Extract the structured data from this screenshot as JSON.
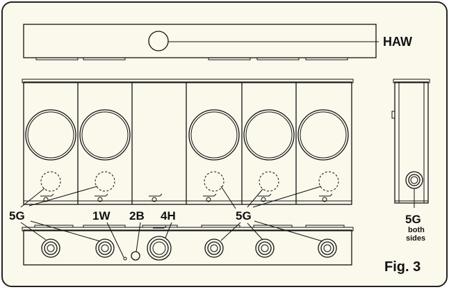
{
  "labels": {
    "haw": "HAW",
    "g5_left": "5G",
    "w1": "1W",
    "b2": "2B",
    "h4": "4H",
    "g5_mid": "5G",
    "g5_side": "5G",
    "both": "both",
    "sides": "sides",
    "fig": "Fig. 3"
  },
  "colors": {
    "background": "#fbf8ec",
    "line": "#111111"
  }
}
